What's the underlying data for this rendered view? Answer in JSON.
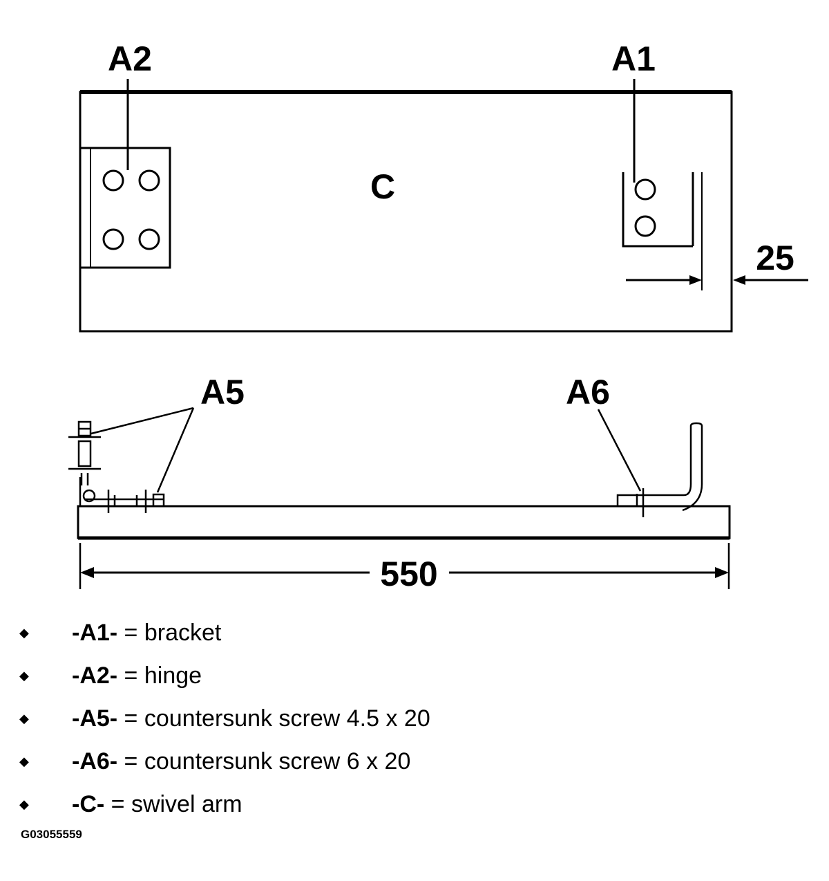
{
  "diagram": {
    "callouts": {
      "a2": "A2",
      "a1": "A1",
      "c": "C",
      "dim_25": "25",
      "a5": "A5",
      "a6": "A6",
      "dim_550": "550"
    }
  },
  "legend": {
    "items": [
      {
        "code": "-A1-",
        "text": " = bracket"
      },
      {
        "code": "-A2-",
        "text": " = hinge"
      },
      {
        "code": "-A5-",
        "text": " = countersunk screw 4.5 x 20"
      },
      {
        "code": "-A6-",
        "text": " = countersunk screw 6 x 20"
      },
      {
        "code": "-C-",
        "text": " = swivel arm"
      }
    ],
    "bullet": "◆"
  },
  "figure_id": "G03055559"
}
